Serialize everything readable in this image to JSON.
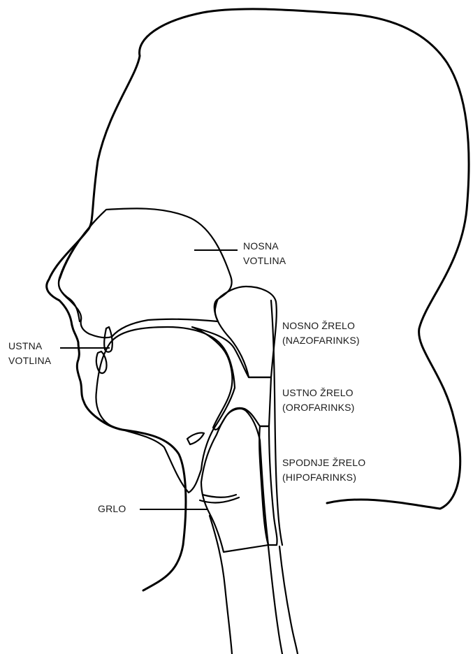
{
  "colors": {
    "nasal_cavity": "#fbdcc3",
    "oral_cavity": "#d9e6a6",
    "nasopharynx": "#5b3414",
    "oropharynx": "#ed1c24",
    "hypopharynx": "#a59ac9",
    "larynx": "#7f1a1c",
    "outline": "#000000"
  },
  "labels": {
    "nasal_cavity": [
      "NOSNA",
      "VOTLINA"
    ],
    "nasopharynx": [
      "NOSNO ŽRELO",
      "(NAZOFARINKS)"
    ],
    "oral_cavity": [
      "USTNA",
      "VOTLINA"
    ],
    "oropharynx": [
      "USTNO ŽRELO",
      "(OROFARINKS)"
    ],
    "hypopharynx": [
      "SPODNJE ŽRELO",
      "(HIPOFARINKS)"
    ],
    "larynx": [
      "GRLO"
    ]
  }
}
